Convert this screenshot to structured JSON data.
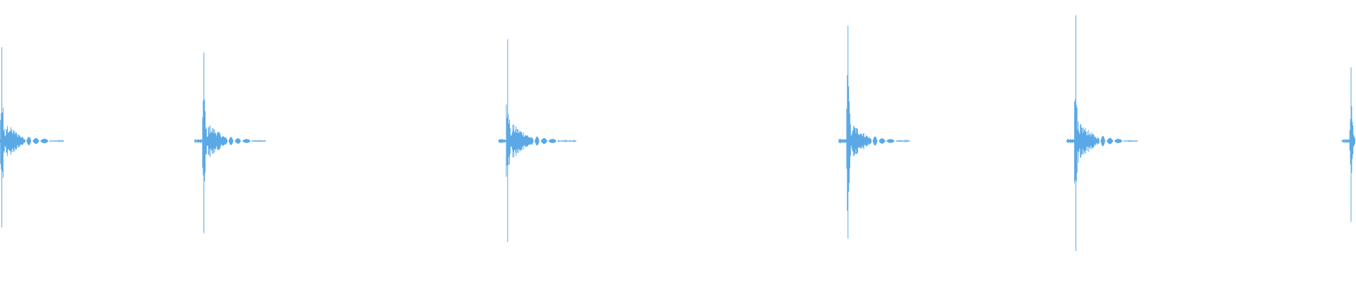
{
  "waveform": {
    "color": "#5aa9e6",
    "background": "#ffffff",
    "peak_scale": 1.0,
    "transients": [
      {
        "position": 0.002,
        "amplitude_up": 0.7,
        "amplitude_down": 0.7,
        "tail": 0.04,
        "secondary_peaks": [
          0.55,
          0.35,
          0.25
        ]
      },
      {
        "position": 0.151,
        "amplitude_up": 0.66,
        "amplitude_down": 0.66,
        "tail": 0.04,
        "secondary_peaks": [
          0.52,
          0.3,
          0.2
        ]
      },
      {
        "position": 0.375,
        "amplitude_up": 0.76,
        "amplitude_down": 0.78,
        "tail": 0.045,
        "secondary_peaks": [
          0.6,
          0.35,
          0.22
        ]
      },
      {
        "position": 0.626,
        "amplitude_up": 0.86,
        "amplitude_down": 0.85,
        "tail": 0.04,
        "secondary_peaks": [
          0.62,
          0.32,
          0.2
        ]
      },
      {
        "position": 0.794,
        "amplitude_up": 0.94,
        "amplitude_down": 0.95,
        "tail": 0.04,
        "secondary_peaks": [
          0.7,
          0.38,
          0.22
        ]
      },
      {
        "position": 0.997,
        "amplitude_up": 0.55,
        "amplitude_down": 0.55,
        "tail": 0.003,
        "secondary_peaks": [
          0.5,
          0.45,
          0.4
        ]
      }
    ]
  }
}
